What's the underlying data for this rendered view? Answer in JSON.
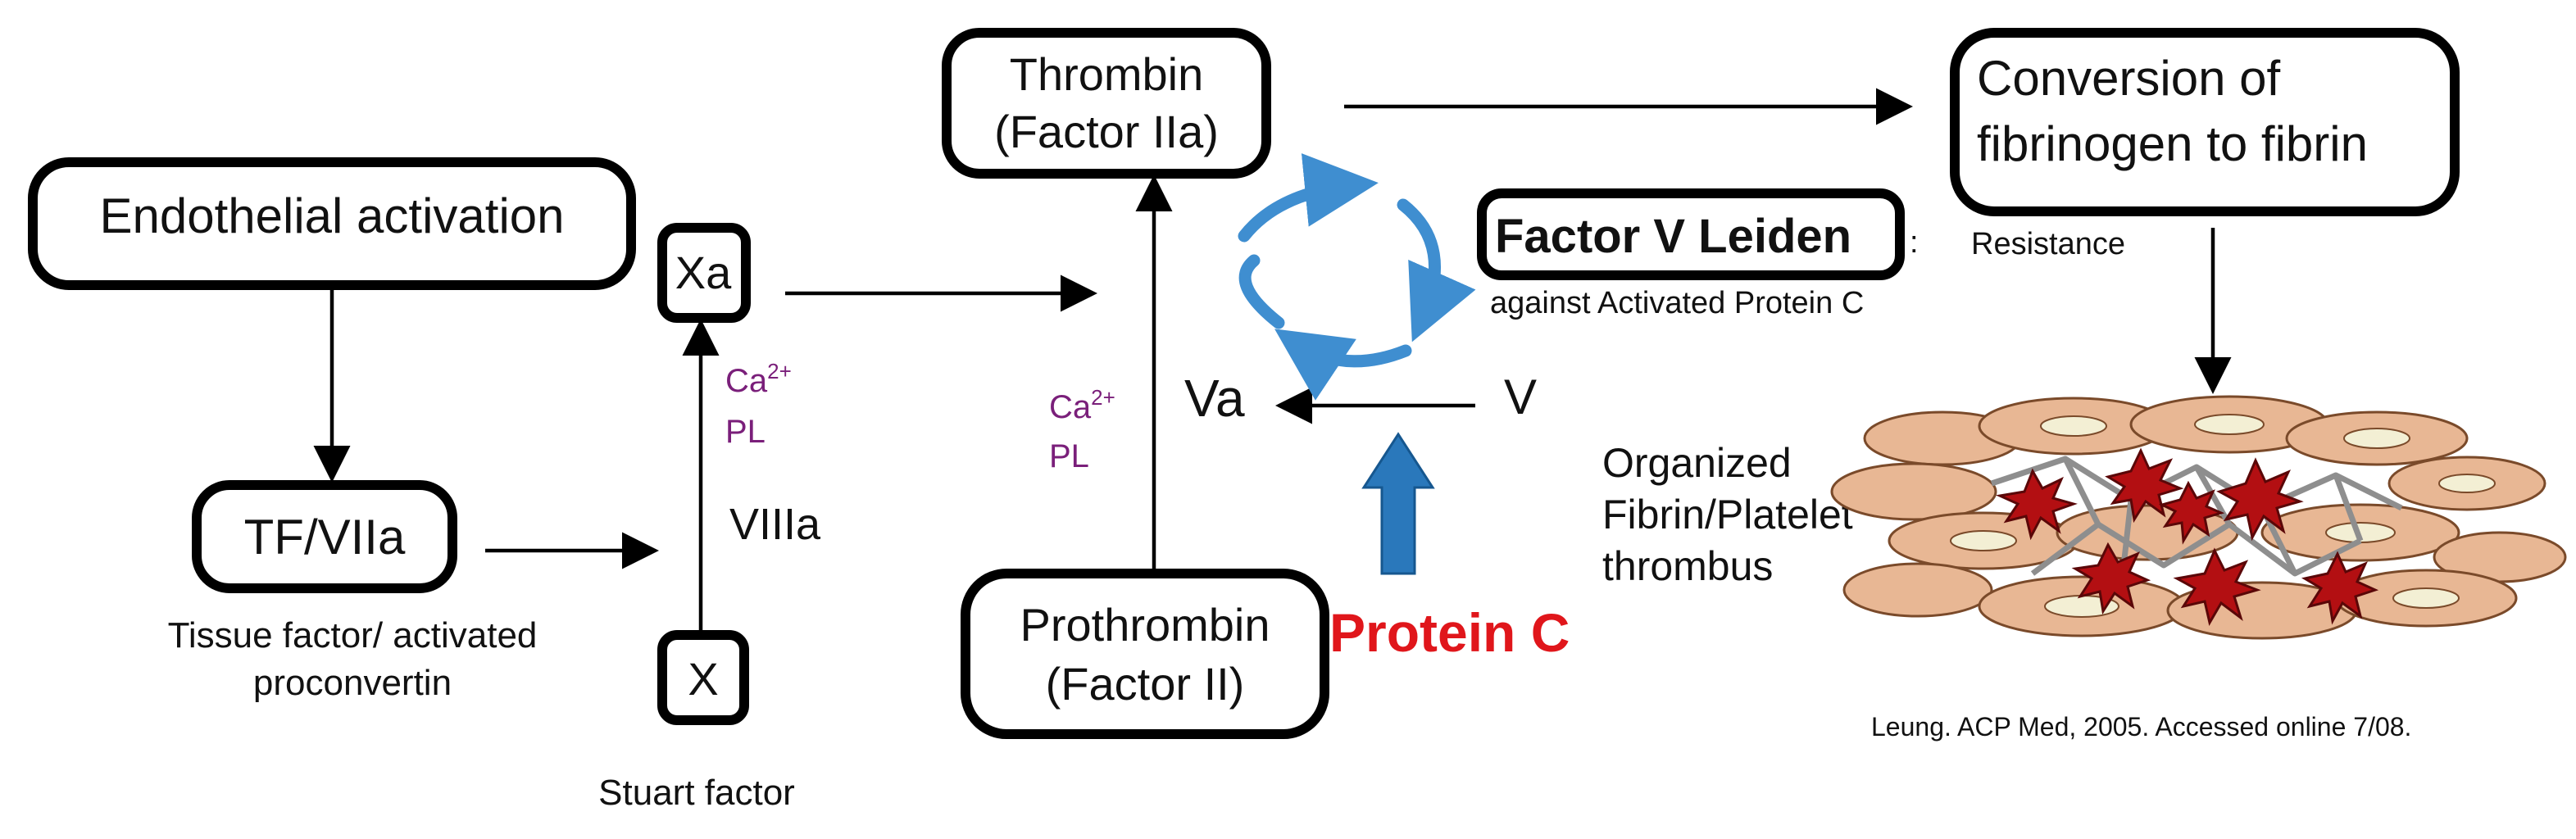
{
  "nodes": {
    "endothelial": "Endothelial activation",
    "tf_viia": "TF/VIIa",
    "tf_caption_line1": "Tissue factor/ activated",
    "tf_caption_line2": "proconvertin",
    "xa": "Xa",
    "x": "X",
    "stuart": "Stuart factor",
    "viiia": "VIIIa",
    "thrombin_line1": "Thrombin",
    "thrombin_line2": "(Factor IIa)",
    "prothrombin_line1": "Prothrombin",
    "prothrombin_line2": "(Factor II)",
    "va": "Va",
    "v": "V",
    "fibrin_line1": "Conversion of",
    "fibrin_line2": "fibrinogen to fibrin",
    "factor_v_leiden": "Factor V Leiden",
    "leiden_colon": ":",
    "resistance_line1": "Resistance",
    "resistance_line2": "against Activated Protein C",
    "protein_c": "Protein C",
    "thrombus_line1": "Organized",
    "thrombus_line2": "Fibrin/Platelet",
    "thrombus_line3": "thrombus",
    "citation": "Leung. ACP Med, 2005.  Accessed online 7/08."
  },
  "cofactors": {
    "ca_left": "Ca",
    "ca_left_sup": "2+",
    "pl_left": "PL",
    "ca_mid": "Ca",
    "ca_mid_sup": "2+",
    "pl_mid": "PL"
  },
  "colors": {
    "box_border": "#000000",
    "cofactor_text": "#7a1f7a",
    "protein_c_text": "#e0161b",
    "cycle_arrows": "#3f8ed0",
    "protein_c_arrow": "#2a78bb",
    "platelet_fill": "#e8b794",
    "platelet_spot": "#f3efd4",
    "red_cell": "#b30f12",
    "fibrin_strand": "#8e8e8e"
  }
}
